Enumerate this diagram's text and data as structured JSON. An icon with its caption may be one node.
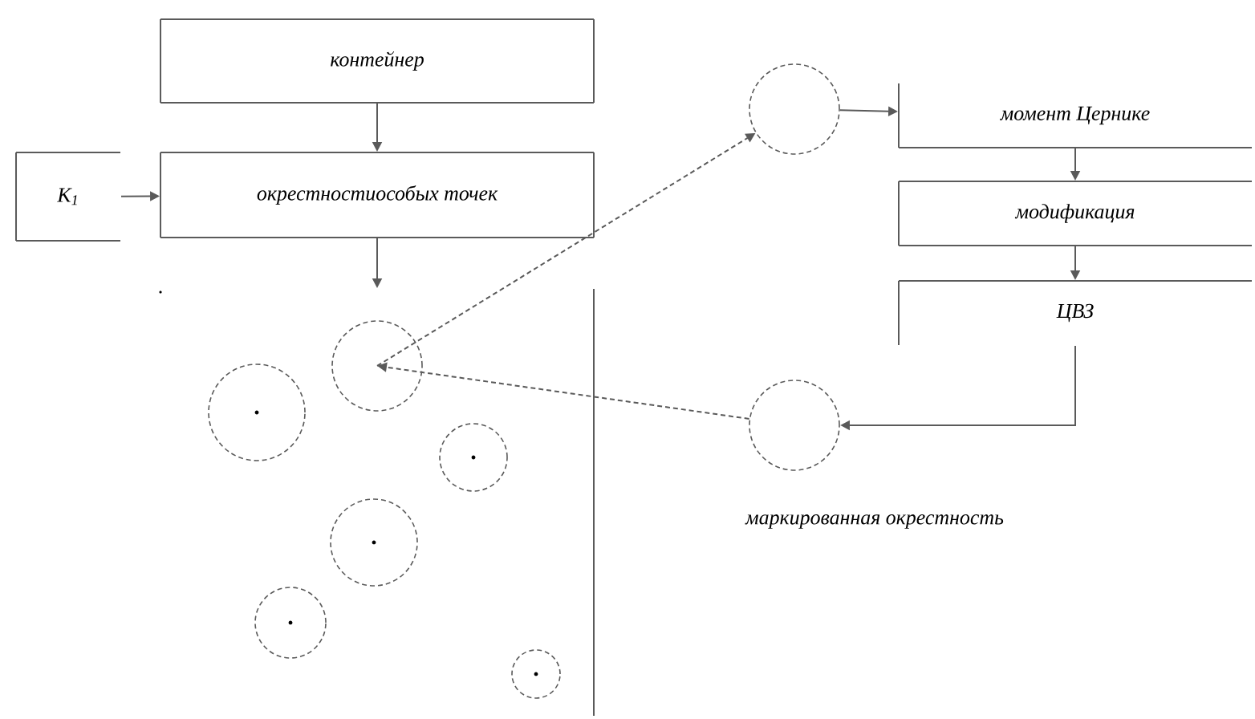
{
  "diagram": {
    "nodes": [
      {
        "text": [
          "контейнер"
        ]
      },
      {
        "text": [
          "K$_{1}$"
        ]
      },
      {
        "text": [
          "окрестностиособых точек"
        ]
      },
      {
        "text": [],
        "shape": "circle"
      },
      {
        "text": [
          "момент Цернике"
        ]
      },
      {
        "text": [
          "модификация"
        ]
      },
      {
        "text": [
          "ЦВЗ"
        ]
      },
      {
        "text": [],
        "shape": "box"
      },
      {
        "text": [],
        "shape": "circle",
        "in": 7
      },
      {
        "text": [],
        "shape": "circle",
        "in": 7
      },
      {
        "text": [],
        "shape": "circle",
        "in": 7
      },
      {
        "text": [],
        "shape": "circle",
        "in": 7
      },
      {
        "text": [],
        "shape": "circle",
        "in": 7
      },
      {
        "text": [],
        "shape": "circle",
        "in": 7
      },
      {
        "text": [],
        "shape": "circle",
        "beside": [
          "маркированная окрестность"
        ]
      }
    ],
    "edges": [
      {
        "from": 0,
        "to": 2,
        "arrow": "to"
      },
      {
        "from": 1,
        "to": 2,
        "arrow": "to"
      },
      {
        "from": 2,
        "to": 7,
        "arrow": "to"
      },
      {
        "from": 8,
        "to": 3,
        "arrow": "to",
        "style": "dashed"
      },
      {
        "from": 3,
        "to": 4,
        "arrow": "to"
      },
      {
        "from": 4,
        "to": 5,
        "arrow": "to"
      },
      {
        "from": 5,
        "to": 6,
        "arrow": "to"
      },
      {
        "from": 6,
        "to": 14,
        "arrow": "to"
      },
      {
        "from": 14,
        "to": 8,
        "arrow": "to",
        "style": "dashed"
      }
    ]
  }
}
